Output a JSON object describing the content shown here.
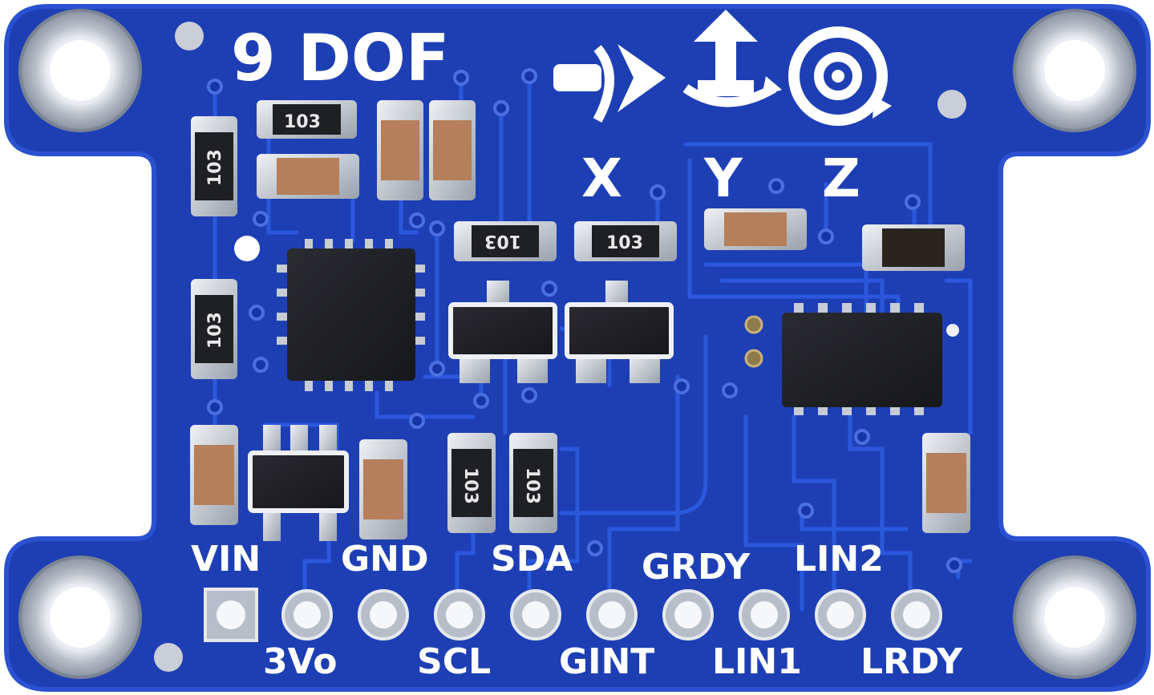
{
  "board": {
    "title": "9 DOF",
    "axes": [
      "X",
      "Y",
      "Z"
    ],
    "component_marks": {
      "r_top_a": "103",
      "r_left_1": "103",
      "r_left_2": "103",
      "r_mid_a": "103",
      "r_mid_b": "103",
      "r_bot_a": "103",
      "r_bot_b": "103"
    },
    "pins_top_labels": [
      "VIN",
      "GND",
      "SDA",
      "GRDY",
      "LIN2"
    ],
    "pins_bottom_labels": [
      "3Vo",
      "SCL",
      "GINT",
      "LIN1",
      "LRDY"
    ]
  },
  "colors": {
    "pcb": "#1e3fb4",
    "pcb_edge": "#2a52d0",
    "trace": "#2a55d8",
    "silkscreen": "#ffffff",
    "pad": "#c8cdd6",
    "chip": "#222328",
    "ceramic": "#b47f5a"
  }
}
